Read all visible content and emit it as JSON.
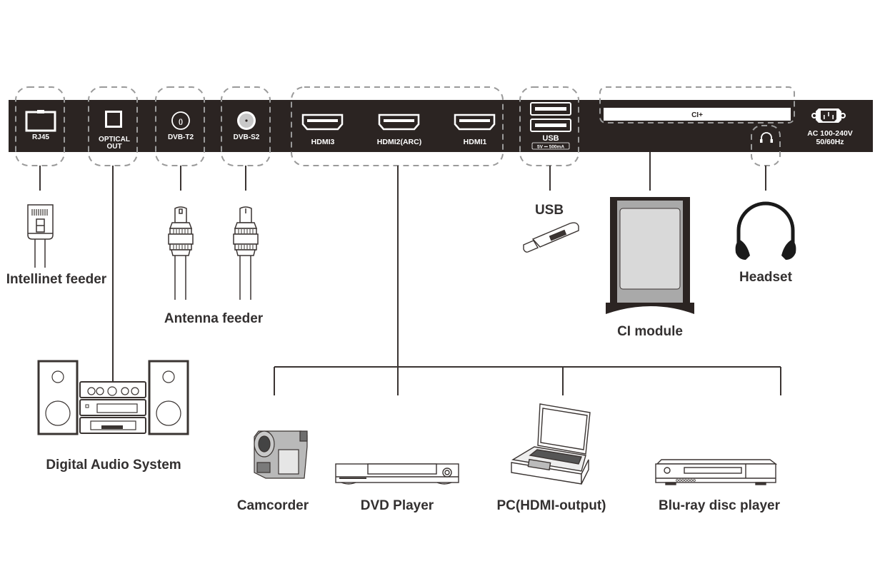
{
  "colors": {
    "panel": "#2b2422",
    "line": "#3a3432",
    "dash": "#9a9a9a",
    "text": "#333030",
    "port_text": "#ffffff",
    "ci_card_grey": "#a9a9a9",
    "ci_card_inner": "#d9d9d9"
  },
  "panel": {
    "ports": [
      {
        "id": "rj45",
        "label": "RJ45",
        "icon": "ethernet-port-icon"
      },
      {
        "id": "optical",
        "label_line1": "OPTICAL",
        "label_line2": "OUT",
        "icon": "optical-port-icon"
      },
      {
        "id": "dvbt2",
        "label": "DVB-T2",
        "icon": "antenna-port-icon"
      },
      {
        "id": "dvbs2",
        "label": "DVB-S2",
        "icon": "satellite-port-icon"
      },
      {
        "id": "hdmi3",
        "label": "HDMI3",
        "icon": "hdmi-port-icon"
      },
      {
        "id": "hdmi2",
        "label": "HDMI2(ARC)",
        "icon": "hdmi-port-icon"
      },
      {
        "id": "hdmi1",
        "label": "HDMI1",
        "icon": "hdmi-port-icon"
      },
      {
        "id": "usb",
        "label": "USB",
        "sublabel": "5V ⎓ 500mA",
        "icon": "usb-port-icon"
      },
      {
        "id": "ci",
        "label": "CI+",
        "icon": "ci-slot-icon"
      },
      {
        "id": "headphone",
        "label": "",
        "icon": "headphone-jack-icon"
      },
      {
        "id": "power",
        "label_line1": "AC 100-240V",
        "label_line2": "50/60Hz",
        "icon": "power-socket-icon"
      }
    ]
  },
  "devices": {
    "intellinet": "Intellinet feeder",
    "antenna": "Antenna feeder",
    "audio": "Digital Audio System",
    "usb": "USB",
    "ci_module": "CI module",
    "headset": "Headset",
    "camcorder": "Camcorder",
    "dvd": "DVD Player",
    "pc": "PC(HDMI-output)",
    "bluray": "Blu-ray disc player"
  }
}
